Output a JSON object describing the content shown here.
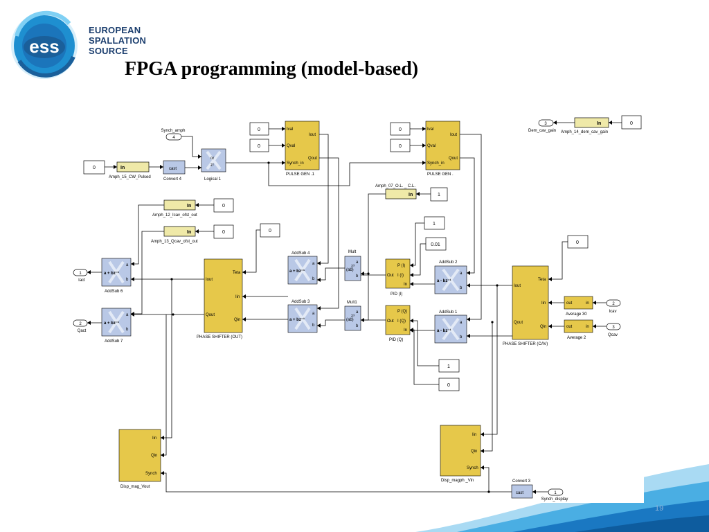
{
  "logo": {
    "monogram": "ess",
    "line1": "EUROPEAN",
    "line2": "SPALLATION",
    "line3": "SOURCE"
  },
  "title": "FPGA programming (model-based)",
  "page_number": "19",
  "colors": {
    "block_yellow": "#e6c84a",
    "block_blue": "#b9c8e6",
    "gateway_yellow": "#efe9a8",
    "logo_blue": "#1b3e6e",
    "logo_ring": "#1e8fd0",
    "wave_blue": "#1a78c2"
  },
  "diagram": {
    "labels": {
      "synch_amph": "Synch_amph",
      "synch_amph_port": "4",
      "amph15_const": "0",
      "amph15_in": "In",
      "amph15_name": "Amph_15_CW_Pulsed",
      "convert4_text": "cast",
      "convert4_name": "Convert 4",
      "logical1_top": "or",
      "logical1_bot": "z¹",
      "logical1_name": "Logical 1",
      "pg1_const_ival": "0",
      "pg1_const_qval": "0",
      "pg1_ival": "Ival",
      "pg1_qval": "Qval",
      "pg1_synch": "Synch_in",
      "pg1_iout": "Iout",
      "pg1_qout": "Qout",
      "pg1_name": "PULSE GEN .1",
      "pg2_const_ival": "0",
      "pg2_const_qval": "0",
      "pg2_ival": "Ival",
      "pg2_qval": "Qval",
      "pg2_synch": "Synch_in",
      "pg2_iout": "Iout",
      "pg2_qout": "Qout",
      "pg2_name": "PULSE GEN .",
      "dem_port": "3",
      "dem_name": "Dem_cav_gain",
      "amph14_in": "In",
      "amph14_name": "Amph_14_dem_cav_gain",
      "amph14_const": "0",
      "amph07_name": "Amph_07_O.L. _ C.L.",
      "amph07_in": "In",
      "amph07_const": "1",
      "amph12_in": "In",
      "amph12_name": "Amph_12_Icav_ofst_out",
      "amph12_const": "0",
      "amph13_in": "In",
      "amph13_name": "Amph_13_Qcav_ofst_out",
      "amph13_const": "0",
      "teta_const": "0",
      "iact_port": "1",
      "iact_name": "Iact",
      "qact_port": "2",
      "qact_name": "Qact",
      "addsub6_a": "a",
      "addsub6_b": "b",
      "addsub6_expr": "a + bz⁻¹",
      "addsub6_name": "AddSub 6",
      "addsub7_a": "a",
      "addsub7_b": "b",
      "addsub7_expr": "a + bz⁻¹",
      "addsub7_name": "AddSub 7",
      "ps_out_teta": "Teta",
      "ps_out_iout": "Iout",
      "ps_out_iin": "Iin",
      "ps_out_qout": "Qout",
      "ps_out_qin": "Qin",
      "ps_out_name": "PHASE SHIFTER  (OUT)",
      "addsub4_name": "AddSub 4",
      "addsub4_a": "a",
      "addsub4_b": "b",
      "addsub4_expr": "a + bz⁻¹",
      "addsub3_name": "AddSub 3",
      "addsub3_a": "a",
      "addsub3_b": "b",
      "addsub3_expr": "a + bz⁻¹",
      "mult_name": "Mult",
      "mult_a": "a",
      "mult_b": "b",
      "mult_expr": "(ab)",
      "mult_z": "z³",
      "mult1_name": "Mult1",
      "mult1_a": "a",
      "mult1_b": "b",
      "mult1_expr": "(ab)",
      "mult1_z": "z³",
      "pidi_p": "P (I)",
      "pidi_i": "I (I)",
      "pidi_out": "Out",
      "pidi_in": "In",
      "pidi_name": "PID (I)",
      "pidq_p": "P (Q)",
      "pidq_i": "I (Q)",
      "pidq_out": "Out",
      "pidq_in": "In",
      "pidq_name": "PID (Q)",
      "pid_const_p": "1",
      "pid_const_i": "0.01",
      "pidq_const_p": "1",
      "pidq_const_i": "0",
      "addsub2_name": "AddSub 2",
      "addsub2_a": "a",
      "addsub2_b": "b",
      "addsub2_expr": "a - bz⁻¹",
      "addsub1_name": "AddSub 1",
      "addsub1_a": "a",
      "addsub1_b": "b",
      "addsub1_expr": "a - bz⁻¹",
      "ps_cav_teta": "Teta",
      "ps_cav_iout": "Iout",
      "ps_cav_iin": "Iin",
      "ps_cav_qout": "Qout",
      "ps_cav_qin": "Qin",
      "ps_cav_name": "PHASE SHIFTER  (CAV)",
      "ps_cav_const": "0",
      "avg30_out": "out",
      "avg30_in": "in",
      "avg30_name": "Average 30",
      "avg2_out": "out",
      "avg2_in": "in",
      "avg2_name": "Average 2",
      "icav_port": "2",
      "icav_name": "Icav",
      "qcav_port": "3",
      "qcav_name": "Qcav",
      "dvout_iin": "Iin",
      "dvout_qin": "Qin",
      "dvout_synch": "Synch",
      "dvout_name": "Disp_mag_Vout",
      "dvin_iin": "Iin",
      "dvin_qin": "Qin",
      "dvin_synch": "Synch",
      "dvin_name": "Disp_magph _Vin",
      "convert3_name": "Convert 3",
      "convert3_text": "cast",
      "synch_display_port": "1",
      "synch_display_name": "Synch_display"
    }
  }
}
